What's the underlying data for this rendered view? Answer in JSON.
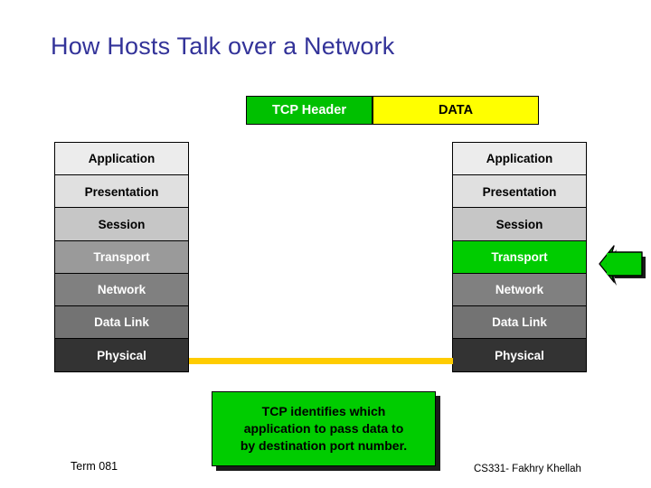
{
  "slide": {
    "title": "How Hosts Talk over a Network",
    "background_color": "#ffffff",
    "title_color": "#333399"
  },
  "packet": {
    "segments": [
      {
        "label": "TCP Header",
        "bg": "#00c000",
        "fg": "#ffffff"
      },
      {
        "label": "DATA",
        "bg": "#ffff00",
        "fg": "#000000"
      }
    ]
  },
  "osi_left": {
    "name": "Sending host OSI stack",
    "layers": [
      {
        "label": "Application",
        "bg": "#ececec",
        "fg": "#000000"
      },
      {
        "label": "Presentation",
        "bg": "#e0e0e0",
        "fg": "#000000"
      },
      {
        "label": "Session",
        "bg": "#c6c6c6",
        "fg": "#000000"
      },
      {
        "label": "Transport",
        "bg": "#9a9a9a",
        "fg": "#ffffff"
      },
      {
        "label": "Network",
        "bg": "#808080",
        "fg": "#ffffff"
      },
      {
        "label": "Data Link",
        "bg": "#737373",
        "fg": "#ffffff"
      },
      {
        "label": "Physical",
        "bg": "#333333",
        "fg": "#ffffff"
      }
    ]
  },
  "osi_right": {
    "name": "Receiving host OSI stack",
    "layers": [
      {
        "label": "Application",
        "bg": "#ececec",
        "fg": "#000000"
      },
      {
        "label": "Presentation",
        "bg": "#e0e0e0",
        "fg": "#000000"
      },
      {
        "label": "Session",
        "bg": "#c6c6c6",
        "fg": "#000000"
      },
      {
        "label": "Transport",
        "bg": "#00cc00",
        "fg": "#ffffff"
      },
      {
        "label": "Network",
        "bg": "#808080",
        "fg": "#ffffff"
      },
      {
        "label": "Data Link",
        "bg": "#737373",
        "fg": "#ffffff"
      },
      {
        "label": "Physical",
        "bg": "#333333",
        "fg": "#ffffff"
      }
    ]
  },
  "wire": {
    "name": "physical-medium-link",
    "color": "#ffcc00"
  },
  "arrow": {
    "name": "transport-highlight-arrow",
    "direction": "left",
    "color": "#00cc00"
  },
  "callout": {
    "lines": [
      "TCP identifies which",
      "application to pass data to",
      "by destination port number."
    ],
    "bg": "#00cc00",
    "fg": "#000000"
  },
  "footer": {
    "term": "Term 081",
    "course": "CS331- Fakhry Khellah"
  }
}
